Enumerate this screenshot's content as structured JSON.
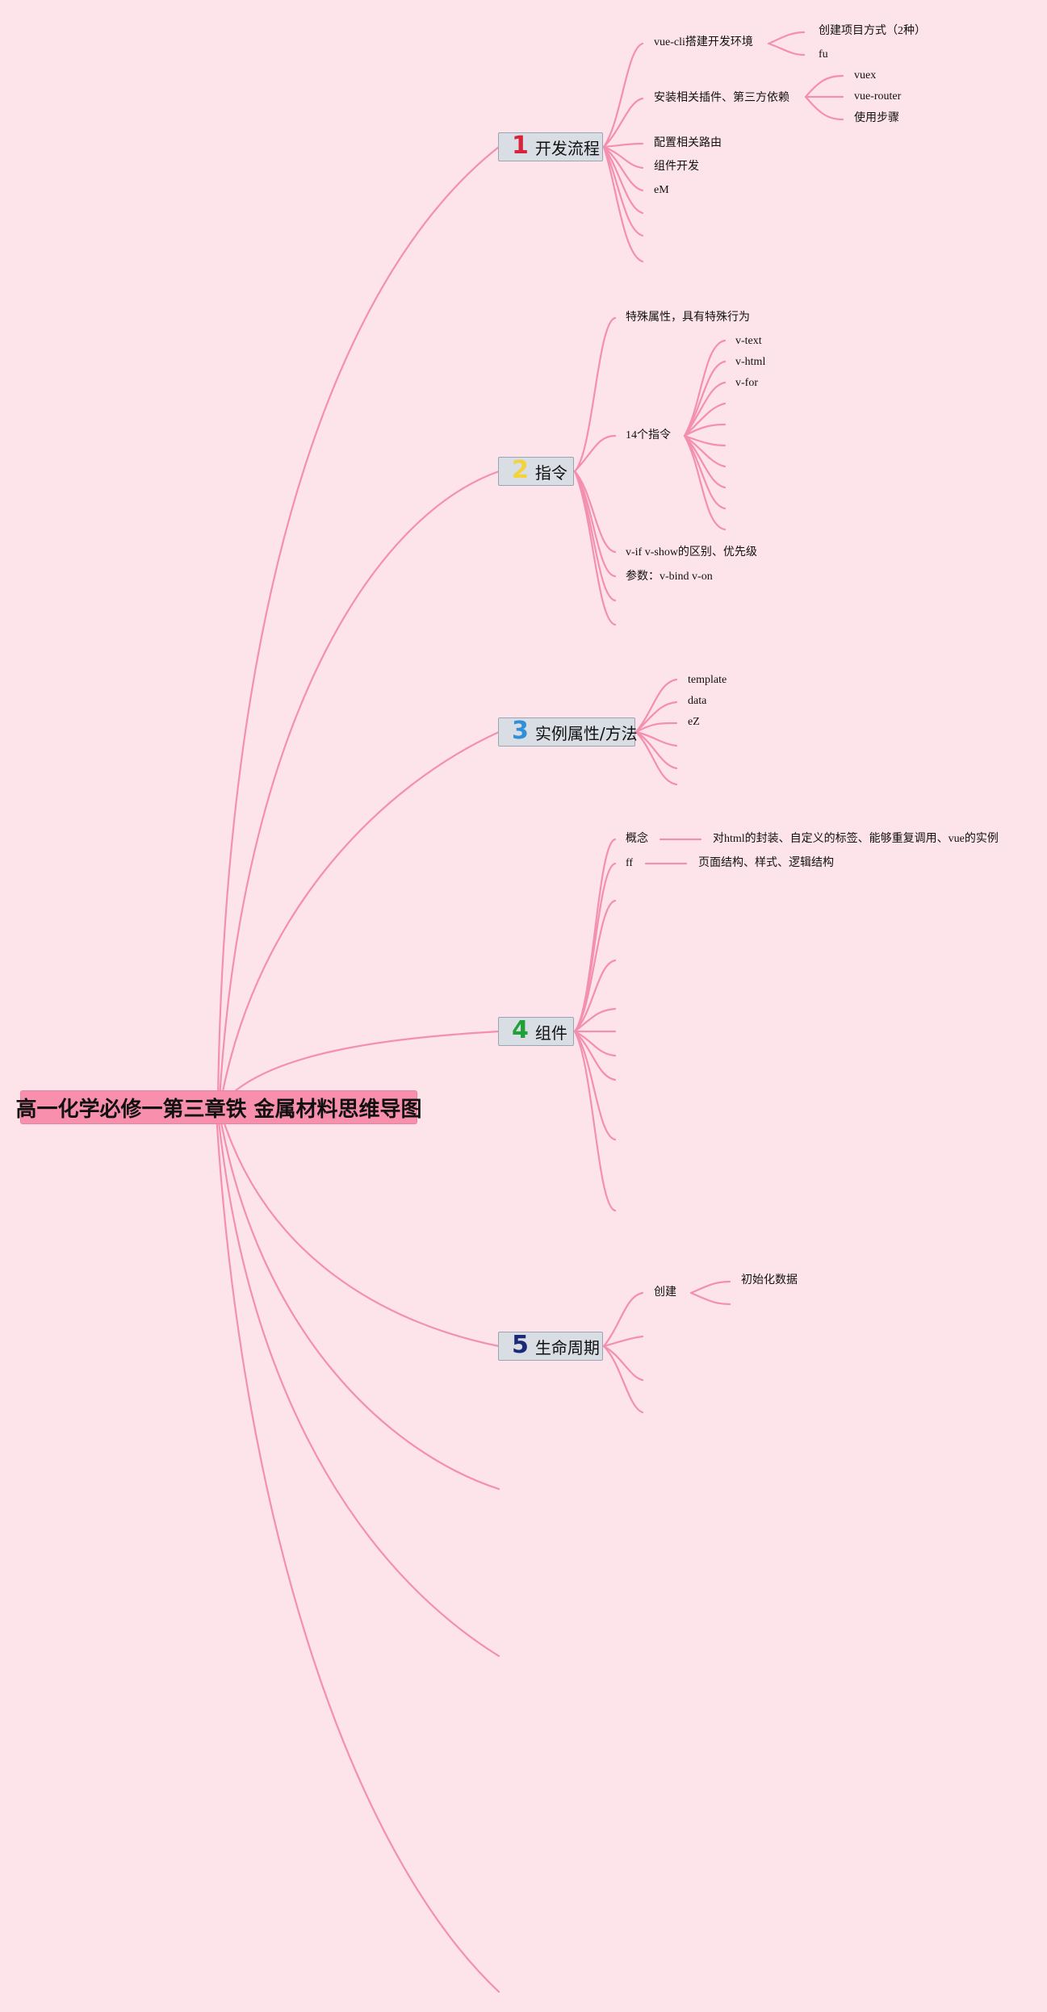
{
  "colors": {
    "background": "#fde4ea",
    "link": "#f38fb0",
    "root_fill": "#f78fad",
    "topic_fill": "#d9dde4",
    "topic_border": "#9aa5b4",
    "num1": "#d6243c",
    "num2": "#f2d33c",
    "num3": "#2f8fd8",
    "num4": "#20a038",
    "num5": "#1a2a78"
  },
  "root": {
    "title": "高一化学必修一第三章铁 金属材料思维导图"
  },
  "topics": [
    {
      "num": "1",
      "label": "开发流程",
      "children": [
        {
          "label": "vue-cli搭建开发环境",
          "children": [
            "创建项目方式（2种）",
            "fu"
          ]
        },
        {
          "label": "安装相关插件、第三方依赖",
          "children": [
            "vuex",
            "vue-router",
            "使用步骤"
          ]
        },
        {
          "label": "配置相关路由"
        },
        {
          "label": "组件开发"
        },
        {
          "label": "eM"
        }
      ]
    },
    {
      "num": "2",
      "label": "指令",
      "children": [
        {
          "label": "特殊属性，具有特殊行为"
        },
        {
          "label": "14个指令",
          "children": [
            "v-text",
            "v-html",
            "v-for"
          ]
        },
        {
          "label": "v-if v-show的区别、优先级"
        },
        {
          "label": "参数：v-bind v-on"
        }
      ]
    },
    {
      "num": "3",
      "label": "实例属性/方法",
      "children": [
        {
          "label": "template"
        },
        {
          "label": "data"
        },
        {
          "label": "eZ"
        }
      ]
    },
    {
      "num": "4",
      "label": "组件",
      "children": [
        {
          "label": "概念",
          "children": [
            "对html的封装、自定义的标签、能够重复调用、vue的实例"
          ]
        },
        {
          "label": "ff",
          "children": [
            "页面结构、样式、逻辑结构"
          ]
        }
      ]
    },
    {
      "num": "5",
      "label": "生命周期",
      "children": [
        {
          "label": "创建",
          "children": [
            "初始化数据"
          ]
        }
      ]
    }
  ]
}
